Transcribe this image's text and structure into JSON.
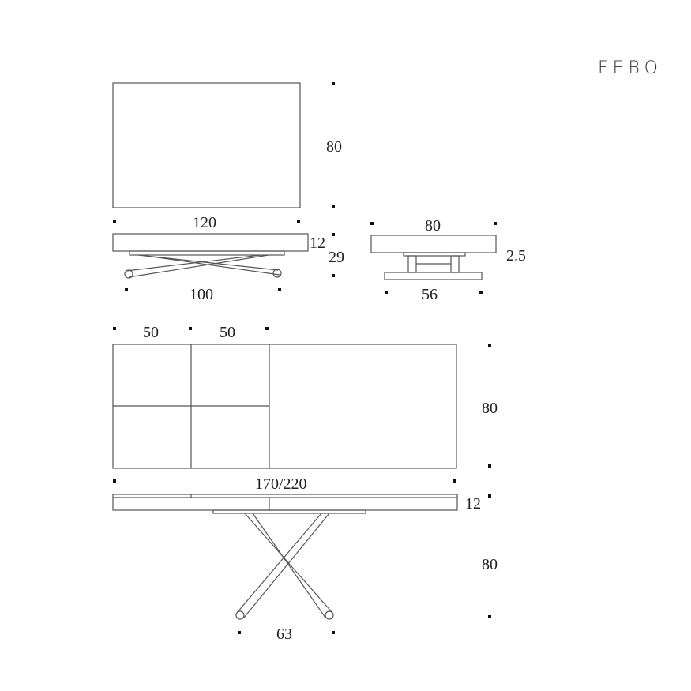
{
  "brand": "FEBO",
  "top_view": {
    "depth": "80",
    "width": "120"
  },
  "side_view": {
    "top_thickness": "12",
    "height": "29",
    "leg_span": "100"
  },
  "end_view": {
    "depth": "80",
    "detail": "2.5",
    "base_width": "56"
  },
  "extended_top_view": {
    "panel_1": "50",
    "panel_2": "50",
    "depth": "80",
    "width": "170/220"
  },
  "extended_side_view": {
    "top_thickness": "12",
    "height": "80",
    "leg_span": "63"
  }
}
